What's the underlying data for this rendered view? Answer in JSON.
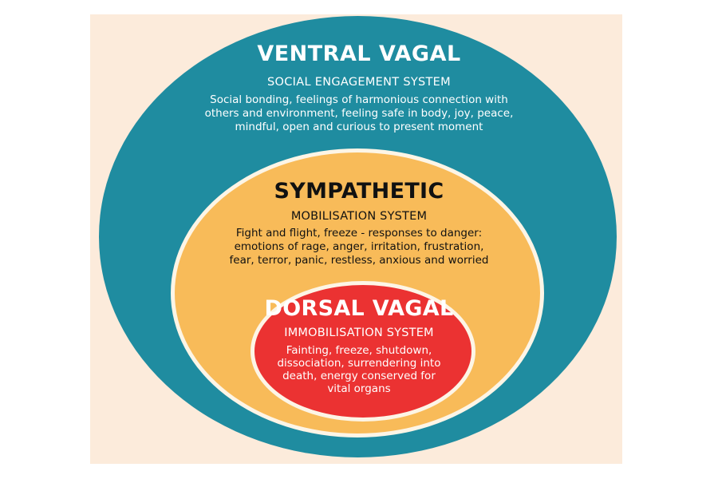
{
  "colors": {
    "background": "#fcebdb",
    "ventral_vagal": "#1f8ca0",
    "sympathetic": "#f8bb59",
    "dorsal_vagal": "#eb3232",
    "separator": "#fdf5e6"
  },
  "ventral_vagal": {
    "title": "VENTRAL VAGAL",
    "subtitle": "SOCIAL ENGAGEMENT SYSTEM",
    "description": "Social bonding, feelings of harmonious connection with others and environment, feeling safe in body, joy, peace, mindful, open and curious to present moment"
  },
  "sympathetic": {
    "title": "SYMPATHETIC",
    "subtitle": "MOBILISATION SYSTEM",
    "description": "Fight and flight, freeze - responses to danger: emotions of rage, anger, irritation, frustration, fear, terror, panic, restless, anxious and worried"
  },
  "dorsal_vagal": {
    "title": "DORSAL VAGAL",
    "subtitle": "IMMOBILISATION SYSTEM",
    "description": "Fainting, freeze, shutdown, dissociation, surrendering into death, energy conserved for vital organs"
  }
}
